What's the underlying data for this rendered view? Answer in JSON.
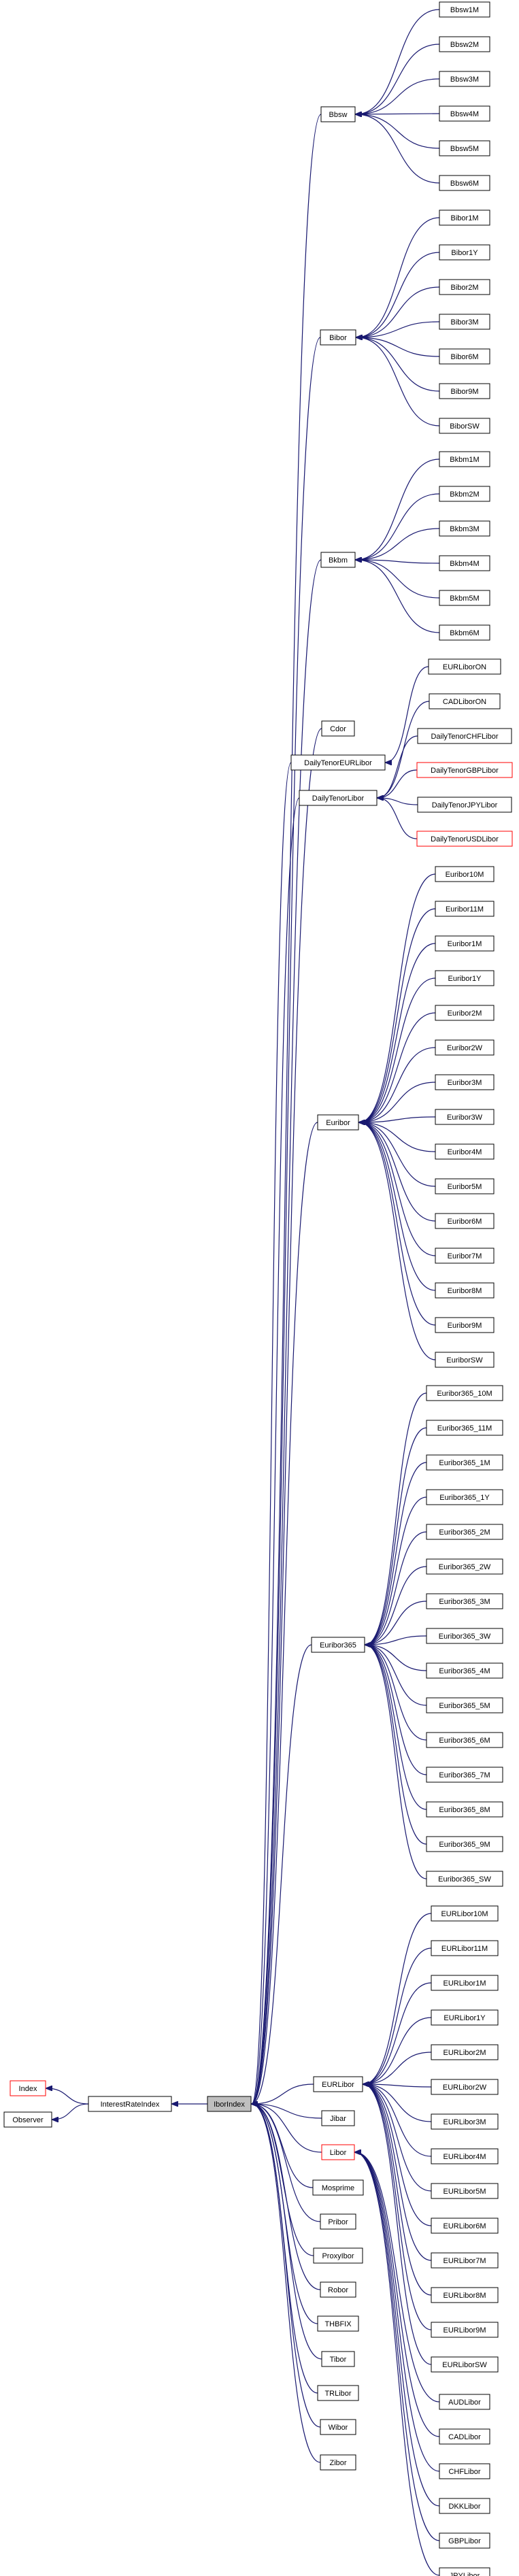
{
  "colors": {
    "edge": "#191970",
    "box_border": "#000000",
    "box_border_undocumented": "#ff0000",
    "current_fill": "#bfbfbf",
    "background": "#ffffff"
  },
  "nodes": {
    "index": "Index",
    "observer": "Observer",
    "interestrateindex": "InterestRateIndex",
    "iborindex": "IborIndex",
    "bbsw": "Bbsw",
    "bbsw1m": "Bbsw1M",
    "bbsw2m": "Bbsw2M",
    "bbsw3m": "Bbsw3M",
    "bbsw4m": "Bbsw4M",
    "bbsw5m": "Bbsw5M",
    "bbsw6m": "Bbsw6M",
    "bibor": "Bibor",
    "bibor1m": "Bibor1M",
    "bibor1y": "Bibor1Y",
    "bibor2m": "Bibor2M",
    "bibor3m": "Bibor3M",
    "bibor6m": "Bibor6M",
    "bibor9m": "Bibor9M",
    "biborsw": "BiborSW",
    "bkbm": "Bkbm",
    "bkbm1m": "Bkbm1M",
    "bkbm2m": "Bkbm2M",
    "bkbm3m": "Bkbm3M",
    "bkbm4m": "Bkbm4M",
    "bkbm5m": "Bkbm5M",
    "bkbm6m": "Bkbm6M",
    "cdor": "Cdor",
    "dailytenoreurlibor": "DailyTenorEURLibor",
    "dailytenorlibor": "DailyTenorLibor",
    "eurliboron": "EURLiborON",
    "cadliboron": "CADLiborON",
    "dailytenorchflibor": "DailyTenorCHFLibor",
    "dailytenorgbplibor": "DailyTenorGBPLibor",
    "dailytenorjpylibor": "DailyTenorJPYLibor",
    "dailytenorusdlibor": "DailyTenorUSDLibor",
    "euribor": "Euribor",
    "euribor10m": "Euribor10M",
    "euribor11m": "Euribor11M",
    "euribor1m": "Euribor1M",
    "euribor1y": "Euribor1Y",
    "euribor2m": "Euribor2M",
    "euribor2w": "Euribor2W",
    "euribor3m": "Euribor3M",
    "euribor3w": "Euribor3W",
    "euribor4m": "Euribor4M",
    "euribor5m": "Euribor5M",
    "euribor6m": "Euribor6M",
    "euribor7m": "Euribor7M",
    "euribor8m": "Euribor8M",
    "euribor9m": "Euribor9M",
    "euriborsw": "EuriborSW",
    "euribor365": "Euribor365",
    "euribor365_10m": "Euribor365_10M",
    "euribor365_11m": "Euribor365_11M",
    "euribor365_1m": "Euribor365_1M",
    "euribor365_1y": "Euribor365_1Y",
    "euribor365_2m": "Euribor365_2M",
    "euribor365_2w": "Euribor365_2W",
    "euribor365_3m": "Euribor365_3M",
    "euribor365_3w": "Euribor365_3W",
    "euribor365_4m": "Euribor365_4M",
    "euribor365_5m": "Euribor365_5M",
    "euribor365_6m": "Euribor365_6M",
    "euribor365_7m": "Euribor365_7M",
    "euribor365_8m": "Euribor365_8M",
    "euribor365_9m": "Euribor365_9M",
    "euribor365_sw": "Euribor365_SW",
    "eurlibor": "EURLibor",
    "eurlibor10m": "EURLibor10M",
    "eurlibor11m": "EURLibor11M",
    "eurlibor1m": "EURLibor1M",
    "eurlibor1y": "EURLibor1Y",
    "eurlibor2m": "EURLibor2M",
    "eurlibor2w": "EURLibor2W",
    "eurlibor3m": "EURLibor3M",
    "eurlibor4m": "EURLibor4M",
    "eurlibor5m": "EURLibor5M",
    "eurlibor6m": "EURLibor6M",
    "eurlibor7m": "EURLibor7M",
    "eurlibor8m": "EURLibor8M",
    "eurlibor9m": "EURLibor9M",
    "eurliborsw": "EURLiborSW",
    "jibar": "Jibar",
    "libor": "Libor",
    "audlibor": "AUDLibor",
    "cadlibor": "CADLibor",
    "chflibor": "CHFLibor",
    "dkklibor": "DKKLibor",
    "gbplibor": "GBPLibor",
    "jpylibor": "JPYLibor",
    "mosprime": "Mosprime",
    "pribor": "Pribor",
    "proxyibor": "ProxyIbor",
    "robor": "Robor",
    "thbfix": "THBFIX",
    "tibor": "Tibor",
    "trlibor": "TRLibor",
    "wibor": "Wibor",
    "zibor": "Zibor"
  }
}
